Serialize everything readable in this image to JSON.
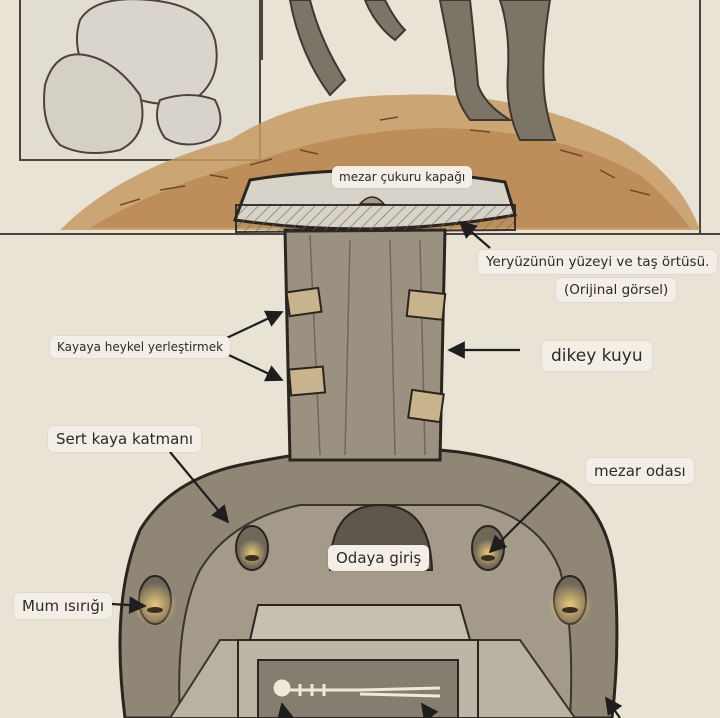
{
  "labels": {
    "cover": "mezar çukuru kapağı",
    "surface": "Yeryüzünün yüzeyi ve taş örtüsü.",
    "original": "(Orijinal görsel)",
    "niches": "Kayaya heykel yerleştirmek",
    "shaft": "dikey kuyu",
    "hard_rock": "Sert kaya katmanı",
    "chamber": "mezar odası",
    "entrance": "Odaya giriş",
    "candle": "Mum ısırığı"
  },
  "colors": {
    "paper": "#e9e3d6",
    "rock": "#8f8676",
    "rock_light": "#b9b1a1",
    "debris": "#b88a55",
    "candle_glow": "#f1c55a",
    "ink": "#2b2520"
  }
}
